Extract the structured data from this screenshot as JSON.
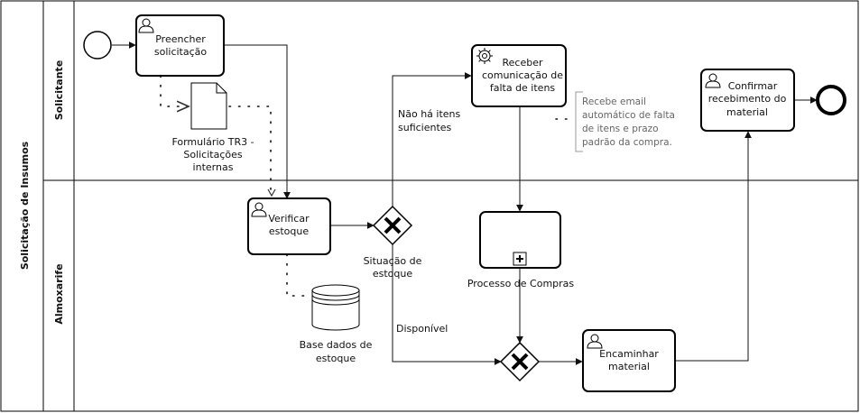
{
  "pool": {
    "title": "Solicitação de Insumos"
  },
  "lanes": [
    {
      "id": "solicitante",
      "title": "Solicitante"
    },
    {
      "id": "almoxarife",
      "title": "Almoxarife"
    }
  ],
  "tasks": {
    "preencher": [
      "Preencher",
      "solicitação"
    ],
    "verificar": [
      "Verificar",
      "estoque"
    ],
    "receber": [
      "Receber",
      "comunicação de",
      "falta de itens"
    ],
    "confirmar": [
      "Confirmar",
      "recebimento do",
      "material"
    ],
    "encaminhar": [
      "Encaminhar",
      "material"
    ]
  },
  "subprocess": {
    "label": "Processo de Compras"
  },
  "data_object": {
    "label": [
      "Formulário TR3 -",
      "Solicitações",
      "internas"
    ]
  },
  "data_store": {
    "label": [
      "Base dados de",
      "estoque"
    ]
  },
  "gateway": {
    "label": [
      "Situação de",
      "estoque"
    ]
  },
  "flows": {
    "nao_ha": [
      "Não há itens",
      "suficientes"
    ],
    "disponivel": "Disponível"
  },
  "annotation": {
    "text": [
      "Recebe email",
      "automático de falta",
      "de itens e prazo",
      "padrão da compra."
    ]
  }
}
